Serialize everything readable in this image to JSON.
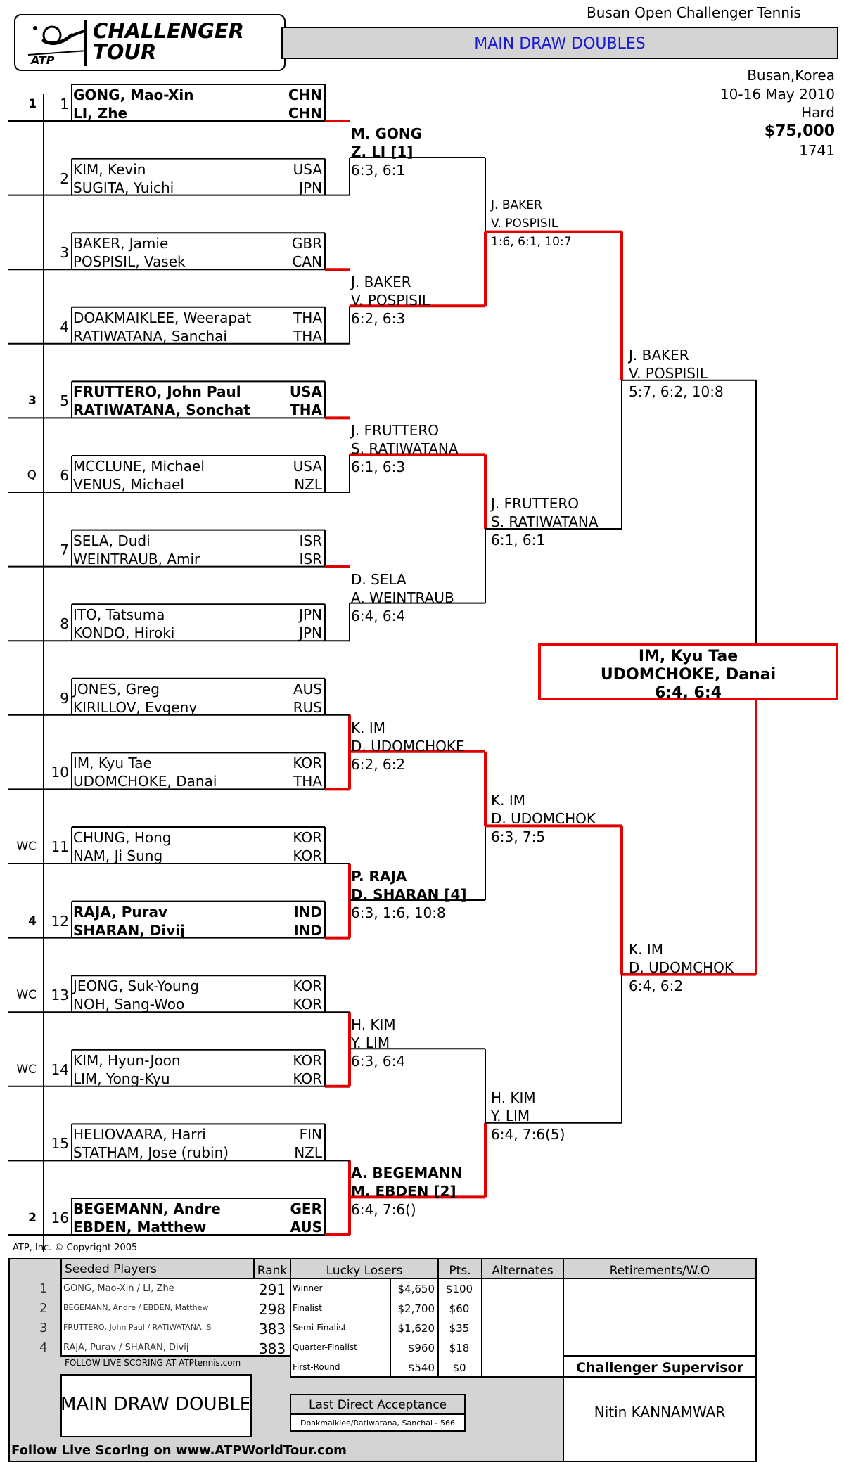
{
  "tournament": {
    "name": "Busan Open Challenger Tennis",
    "draw_title": "MAIN DRAW DOUBLES",
    "location": "Busan,Korea",
    "dates": "10-16 May 2010",
    "surface": "Hard",
    "prize_money": "$75,000",
    "tournament_id": "1741"
  },
  "logo": {
    "primary": "CHALLENGER",
    "secondary": "TOUR",
    "atp": "ATP"
  },
  "colors": {
    "winner_line": "#e00000",
    "header_bg": "#d4d4d4",
    "header_text": "#1a1ad0"
  },
  "entries": [
    {
      "seed": "1",
      "num": "1",
      "p1": "GONG, Mao-Xin",
      "c1": "CHN",
      "p2": "LI, Zhe",
      "c2": "CHN",
      "bold": true
    },
    {
      "seed": "",
      "num": "2",
      "p1": "KIM, Kevin",
      "c1": "USA",
      "p2": "SUGITA, Yuichi",
      "c2": "JPN",
      "bold": false
    },
    {
      "seed": "",
      "num": "3",
      "p1": "BAKER, Jamie",
      "c1": "GBR",
      "p2": "POSPISIL, Vasek",
      "c2": "CAN",
      "bold": false
    },
    {
      "seed": "",
      "num": "4",
      "p1": "DOAKMAIKLEE, Weerapat",
      "c1": "THA",
      "p2": "RATIWATANA, Sanchai",
      "c2": "THA",
      "bold": false
    },
    {
      "seed": "3",
      "num": "5",
      "p1": "FRUTTERO, John Paul",
      "c1": "USA",
      "p2": "RATIWATANA, Sonchat",
      "c2": "THA",
      "bold": true
    },
    {
      "seed": "Q",
      "num": "6",
      "p1": "MCCLUNE, Michael",
      "c1": "USA",
      "p2": "VENUS, Michael",
      "c2": "NZL",
      "bold": false
    },
    {
      "seed": "",
      "num": "7",
      "p1": "SELA, Dudi",
      "c1": "ISR",
      "p2": "WEINTRAUB, Amir",
      "c2": "ISR",
      "bold": false
    },
    {
      "seed": "",
      "num": "8",
      "p1": "ITO, Tatsuma",
      "c1": "JPN",
      "p2": "KONDO, Hiroki",
      "c2": "JPN",
      "bold": false
    },
    {
      "seed": "",
      "num": "9",
      "p1": "JONES, Greg",
      "c1": "AUS",
      "p2": "KIRILLOV, Evgeny",
      "c2": "RUS",
      "bold": false
    },
    {
      "seed": "",
      "num": "10",
      "p1": "IM, Kyu Tae",
      "c1": "KOR",
      "p2": "UDOMCHOKE, Danai",
      "c2": "THA",
      "bold": false
    },
    {
      "seed": "WC",
      "num": "11",
      "p1": "CHUNG, Hong",
      "c1": "KOR",
      "p2": "NAM, Ji Sung",
      "c2": "KOR",
      "bold": false
    },
    {
      "seed": "4",
      "num": "12",
      "p1": "RAJA, Purav",
      "c1": "IND",
      "p2": "SHARAN, Divij",
      "c2": "IND",
      "bold": true
    },
    {
      "seed": "WC",
      "num": "13",
      "p1": "JEONG, Suk-Young",
      "c1": "KOR",
      "p2": "NOH, Sang-Woo",
      "c2": "KOR",
      "bold": false
    },
    {
      "seed": "WC",
      "num": "14",
      "p1": "KIM, Hyun-Joon",
      "c1": "KOR",
      "p2": "LIM, Yong-Kyu",
      "c2": "KOR",
      "bold": false
    },
    {
      "seed": "",
      "num": "15",
      "p1": "HELIOVAARA, Harri",
      "c1": "FIN",
      "p2": "STATHAM, Jose (rubin)",
      "c2": "NZL",
      "bold": false
    },
    {
      "seed": "2",
      "num": "16",
      "p1": "BEGEMANN, Andre",
      "c1": "GER",
      "p2": "EBDEN, Matthew",
      "c2": "AUS",
      "bold": true
    }
  ],
  "round2": [
    {
      "a": "M. GONG",
      "b": "Z. LI [1]",
      "score": "6:3, 6:1",
      "bold": true
    },
    {
      "a": "J. BAKER",
      "b": "V. POSPISIL",
      "score": "6:2, 6:3",
      "bold": false
    },
    {
      "a": "J. FRUTTERO",
      "b": "S. RATIWATANA",
      "score": "6:1, 6:3",
      "bold": false
    },
    {
      "a": "D. SELA",
      "b": "A. WEINTRAUB",
      "score": "6:4, 6:4",
      "bold": false
    },
    {
      "a": "K. IM",
      "b": "D. UDOMCHOKE",
      "score": "6:2, 6:2",
      "bold": false
    },
    {
      "a": "P. RAJA",
      "b": "D. SHARAN [4]",
      "score": "6:3, 1:6, 10:8",
      "bold": true
    },
    {
      "a": "H. KIM",
      "b": "Y. LIM",
      "score": "6:3, 6:4",
      "bold": false
    },
    {
      "a": "A. BEGEMANN",
      "b": "M. EBDEN [2]",
      "score": "6:4, 7:6()",
      "bold": true
    }
  ],
  "quarters": [
    {
      "a": "J. BAKER",
      "b": "V. POSPISIL",
      "score": "1:6, 6:1, 10:7",
      "small": true
    },
    {
      "a": "J. FRUTTERO",
      "b": "S. RATIWATANA",
      "score": "6:1, 6:1",
      "small": false
    },
    {
      "a": "K. IM",
      "b": "D. UDOMCHOK",
      "score": "6:3, 7:5",
      "small": false
    },
    {
      "a": "H. KIM",
      "b": "Y. LIM",
      "score": "6:4, 7:6(5)",
      "small": false
    }
  ],
  "semis": [
    {
      "a": "J. BAKER",
      "b": "V. POSPISIL",
      "score": "5:7, 6:2, 10:8"
    },
    {
      "a": "K. IM",
      "b": "D. UDOMCHOK",
      "score": "6:4, 6:2"
    }
  ],
  "final": {
    "a": "IM, Kyu Tae",
    "b": "UDOMCHOKE, Danai",
    "score": "6:4, 6:4"
  },
  "copyright": "ATP, Inc. © Copyright 2005",
  "footer": {
    "seeded_header": "Seeded Players",
    "rank_header": "Rank",
    "lucky_header": "Lucky Losers",
    "pts_header": "Pts.",
    "alternates_header": "Alternates",
    "retirements_header": "Retirements/W.O",
    "seeded": [
      {
        "n": "1",
        "name": "GONG, Mao-Xin / LI, Zhe",
        "rank": "291"
      },
      {
        "n": "2",
        "name": "BEGEMANN, Andre / EBDEN, Matthew",
        "rank": "298"
      },
      {
        "n": "3",
        "name": "FRUTTERO, John Paul / RATIWATANA, S",
        "rank": "383"
      },
      {
        "n": "4",
        "name": "RAJA, Purav / SHARAN, Divij",
        "rank": "383"
      }
    ],
    "prizes": [
      {
        "round": "Winner",
        "money": "$4,650",
        "pts": "$100"
      },
      {
        "round": "Finalist",
        "money": "$2,700",
        "pts": "$60"
      },
      {
        "round": "Semi-Finalist",
        "money": "$1,620",
        "pts": "$35"
      },
      {
        "round": "Quarter-Finalist",
        "money": "$960",
        "pts": "$18"
      },
      {
        "round": "First-Round",
        "money": "$540",
        "pts": "$0"
      }
    ],
    "live_scoring_small": "FOLLOW LIVE SCORING AT ATPtennis.com",
    "draw_label": "MAIN DRAW DOUBLES",
    "lda_header": "Last Direct Acceptance",
    "lda_value": "Doakmaiklee/Ratiwatana, Sanchai - 566",
    "supervisor_header": "Challenger Supervisor",
    "supervisor_name": "Nitin KANNAMWAR",
    "live_scoring_big": "Follow Live Scoring on www.ATPWorldTour.com"
  }
}
